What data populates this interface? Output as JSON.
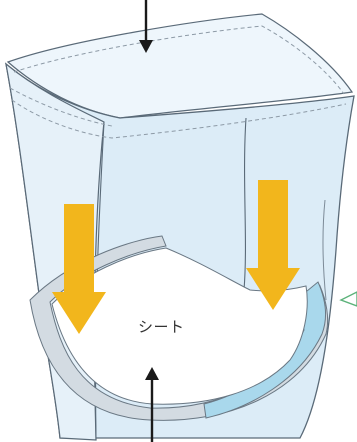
{
  "labels": {
    "sheet": "シート"
  },
  "colors": {
    "bag_fill": "#dcecf7",
    "bag_fill_light": "#eef6fc",
    "bag_outline": "#5a6a78",
    "stitch": "#8d9aa6",
    "arrow_yellow": "#f2b61c",
    "arrow_black": "#1a1a1a",
    "sheet_white": "#ffffff",
    "frame_gray": "#d3dbe2",
    "frame_blue": "#a9d8ec",
    "pointer_green": "#5cb27a"
  },
  "icons": {
    "down_arrow_top": "down-arrow",
    "up_arrow_bottom": "up-arrow",
    "yellow_arrows": "down-arrow",
    "side_pointer": "triangle-pointer"
  }
}
